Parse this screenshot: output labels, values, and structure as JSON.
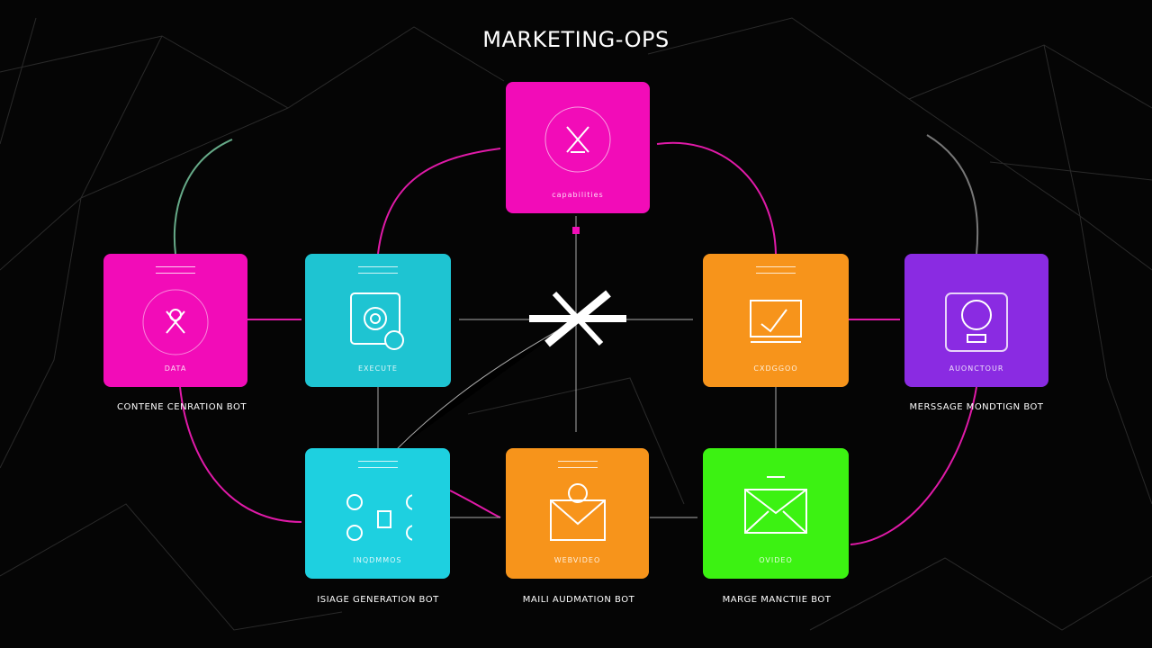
{
  "title": "MARKETING-OPS",
  "colors": {
    "pink": "#f20cb8",
    "cyan": "#1ec4d2",
    "orange": "#f7941b",
    "purple": "#8a2be2",
    "green": "#3cf212",
    "connector": "#e01aa8"
  },
  "hub_icon": "asterisk-cross-icon",
  "nodes": [
    {
      "id": "top",
      "sub": "capabilities",
      "icon": "x-circle-icon"
    },
    {
      "id": "content",
      "sub": "DATA",
      "icon": "x-circle-icon",
      "label": "CONTENE CENRATION BOT"
    },
    {
      "id": "image-top",
      "sub": "EXECUTE",
      "icon": "target-icon"
    },
    {
      "id": "orange-mid",
      "sub": "CXDGGOO",
      "icon": "folder-chart-icon"
    },
    {
      "id": "message",
      "sub": "AUONCTOUR",
      "icon": "lightbulb-icon",
      "label": "MERSSAGE MONDTIGN BOT"
    },
    {
      "id": "image",
      "sub": "INQDMMOS",
      "icon": "gears-icon",
      "label": "ISIAGE  GENERATION  BOT"
    },
    {
      "id": "mail",
      "sub": "WEBVIDEO",
      "icon": "mail-icon",
      "label": "MAILI AUDMATION BOT"
    },
    {
      "id": "marge",
      "sub": "OVIDEO",
      "icon": "envelope-icon",
      "label": "MARGE MANCTIIE BOT"
    }
  ]
}
